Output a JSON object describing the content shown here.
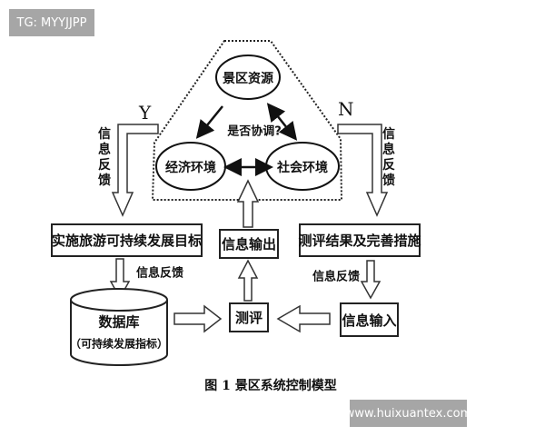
{
  "watermark_top": "TG: MYYJJPP",
  "watermark_bottom": "www.huixuantex.com",
  "nodes": {
    "scenic_resources": "景区资源",
    "economic_env": "经济环境",
    "social_env": "社会环境",
    "coordination_question": "是否协调?",
    "yes": "Y",
    "no": "N",
    "left_feedback": "信息反馈",
    "right_feedback": "信息反馈",
    "goal": "实施旅游可持续发展目标",
    "info_output": "信息输出",
    "results": "测评结果及完善措施",
    "feedback_left_lower": "信息反馈",
    "feedback_right_lower": "信息反馈",
    "database": "数据库",
    "database_sub": "（可持续发展指标）",
    "evaluation": "测评",
    "info_input": "信息输入"
  },
  "caption": "图 1  景区系统控制模型"
}
